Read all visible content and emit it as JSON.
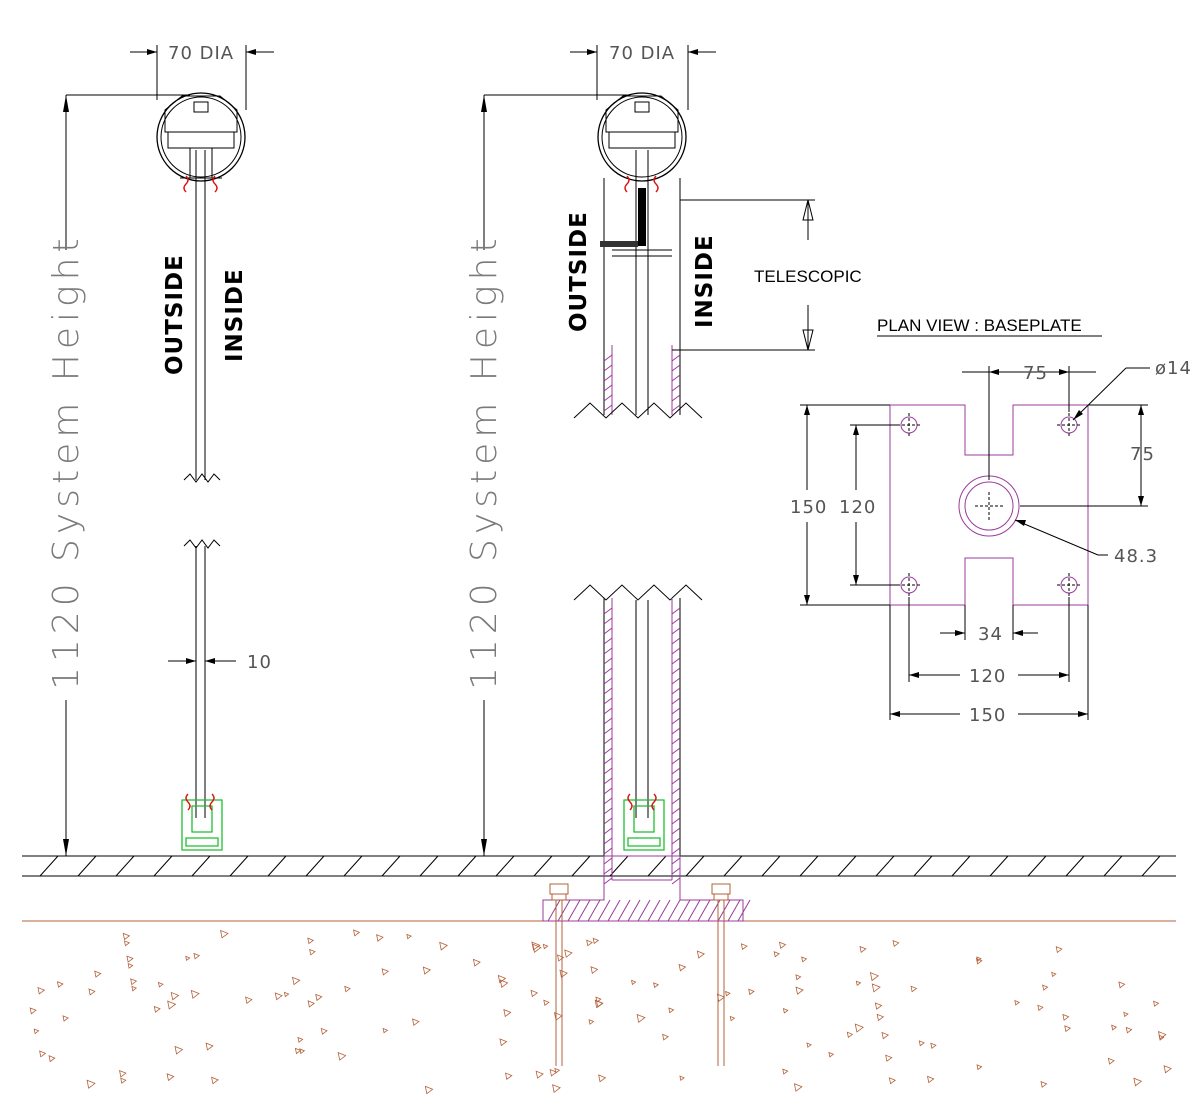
{
  "elevation_left": {
    "diameter_label": "70 DIA",
    "height_label": "1120 System Height",
    "outside_label": "OUTSIDE",
    "inside_label": "INSIDE",
    "glass_thickness_label": "10"
  },
  "elevation_right": {
    "diameter_label": "70 DIA",
    "height_label": "1120 System Height",
    "outside_label": "OUTSIDE",
    "inside_label": "INSIDE",
    "telescopic_label": "TELESCOPIC"
  },
  "plan_view": {
    "title": "PLAN VIEW : BASEPLATE",
    "hole_diameter_label": "ø14",
    "dims": {
      "top_hole_spacing": "75",
      "right_vertical": "75",
      "overall_height": "150",
      "hole_vertical_spacing": "120",
      "post_diameter": "48.3",
      "slot_width": "34",
      "hole_horizontal_spacing": "120",
      "overall_width": "150"
    }
  },
  "colors": {
    "line": "#000000",
    "section_hatch": "#9b3b9b",
    "glass_shoe": "#1fbf2f",
    "concrete": "#b3613a",
    "gasket": "#dd1111"
  }
}
